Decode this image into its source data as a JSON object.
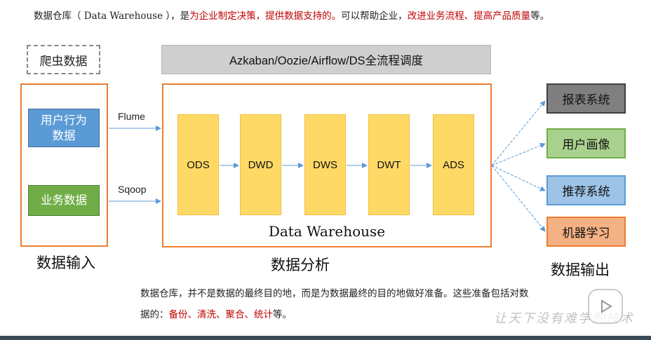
{
  "intro": {
    "part1": "数据仓库（ Data Warehouse ），是",
    "highlight1": "为企业制定决策，提供数据支持的。",
    "part2": "可以帮助企业，",
    "highlight2": "改进业务流程、提高产品质量",
    "part3": "等。"
  },
  "crawler": "爬虫数据",
  "scheduler": "Azkaban/Oozie/Airflow/DS全流程调度",
  "inputs": {
    "user_behavior": "用户行为数据",
    "business": "业务数据"
  },
  "edges": {
    "flume": "Flume",
    "sqoop": "Sqoop"
  },
  "layers": [
    "ODS",
    "DWD",
    "DWS",
    "DWT",
    "ADS"
  ],
  "warehouse_label": "Data Warehouse",
  "outputs": [
    "报表系统",
    "用户画像",
    "推荐系统",
    "机器学习"
  ],
  "sections": {
    "input": "数据输入",
    "analysis": "数据分析",
    "output": "数据输出"
  },
  "note": {
    "part1": "数据仓库，并不是数据的最终目的地，而是为数据最终的目的地做好准备。这些准备包括对数据的：",
    "highlight": "备份、清洗、聚合、统计",
    "part2": "等。"
  },
  "watermark": "让天下没有难学的技术",
  "colors": {
    "panel_border": "#ed7d31",
    "arrow": "#5b9bd5",
    "layer_fill": "#ffd966",
    "highlight_text": "#c00000"
  }
}
